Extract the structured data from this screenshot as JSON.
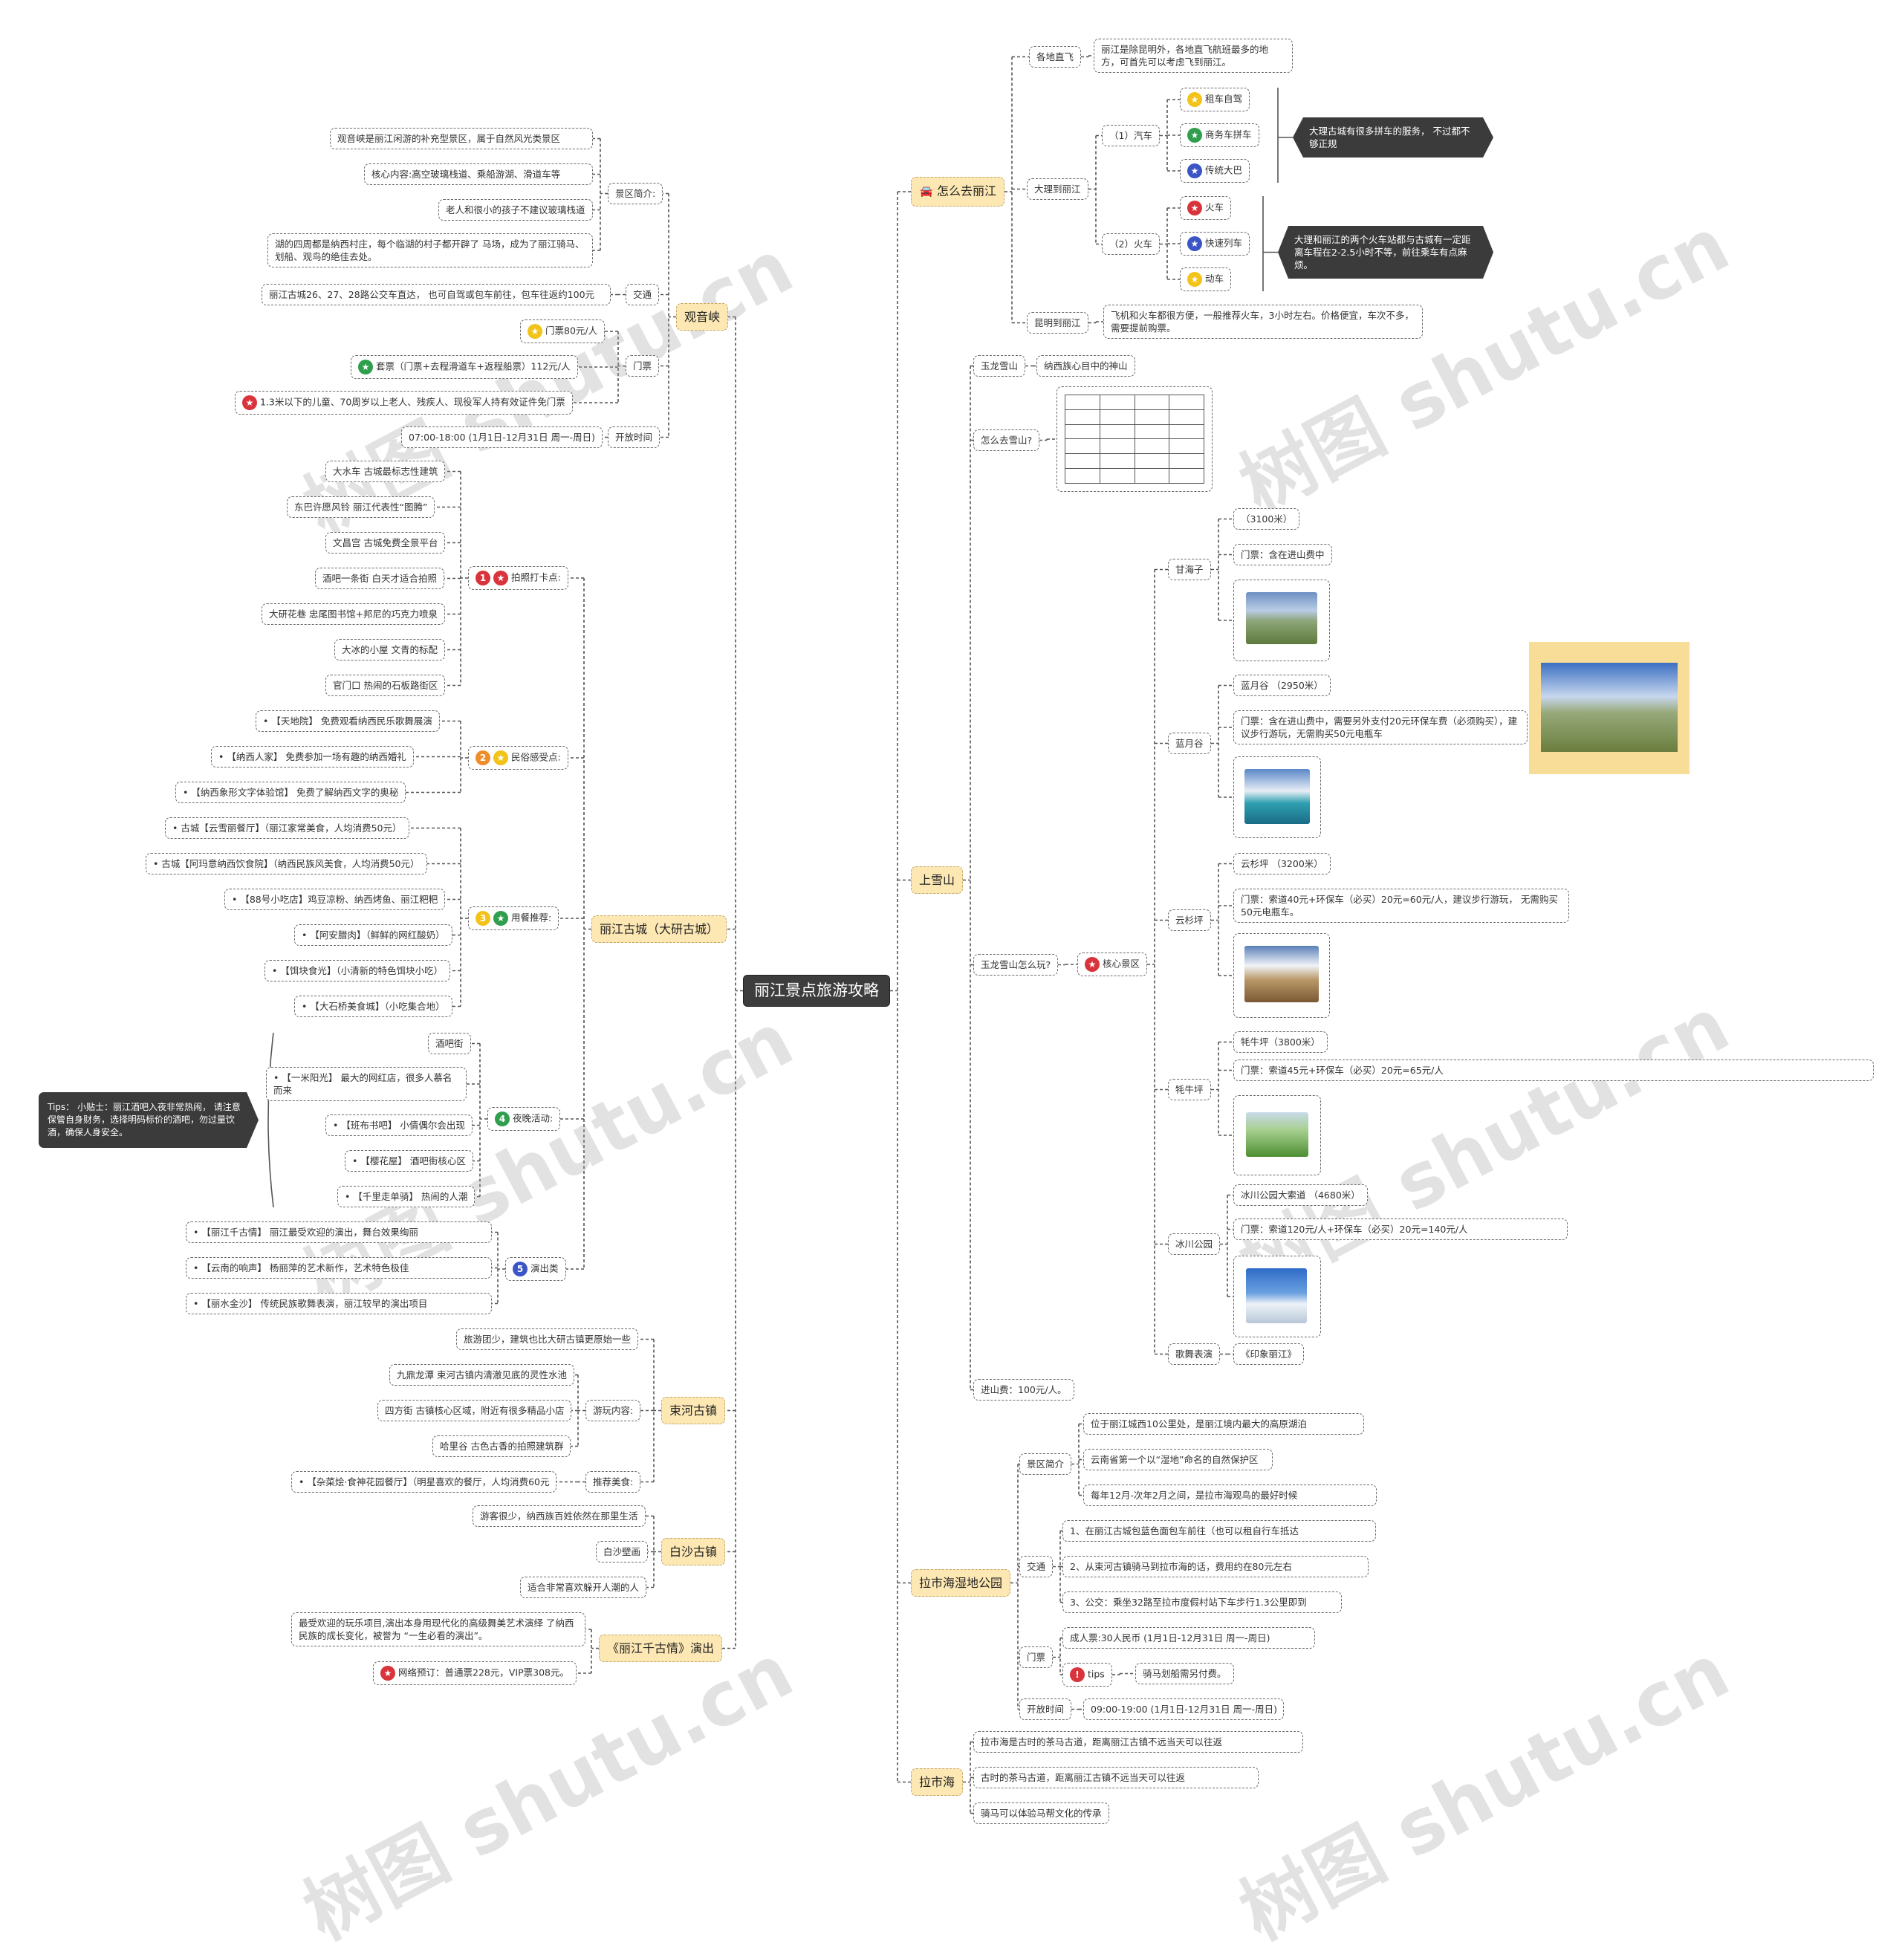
{
  "root": "丽江景点旅游攻略",
  "watermark": "树图 shutu.cn",
  "right": {
    "how": {
      "label": "怎么去丽江",
      "direct": {
        "label": "各地直飞",
        "text": "丽江是除昆明外，各地直飞航班最多的地方，可首先可以考虑飞到丽江。"
      },
      "dali": {
        "label": "大理到丽江",
        "car": {
          "label": "（1）汽车",
          "items": [
            "租车自驾",
            "商务车拼车",
            "传统大巴"
          ],
          "note": "大理古城有很多拼车的服务， 不过都不够正规"
        },
        "train": {
          "label": "（2）火车",
          "items": [
            "火车",
            "快速列车",
            "动车"
          ],
          "note": "大理和丽江的两个火车站都与古城有一定距离车程在2-2.5小时不等，前往乘车有点麻烦。"
        }
      },
      "kunming": {
        "label": "昆明到丽江",
        "text": "飞机和火车都很方便，一般推荐火车，3小时左右。价格便宜，车次不多，需要提前购票。"
      }
    },
    "snow": {
      "label": "上雪山",
      "yulong": {
        "label": "玉龙雪山",
        "text": "纳西族心目中的神山"
      },
      "howgo": "怎么去雪山?",
      "howplay": "玉龙雪山怎么玩?",
      "core": "核心景区",
      "gan": {
        "label": "甘海子",
        "alt": "（3100米）",
        "ticket": "门票：含在进山费中"
      },
      "lan": {
        "label": "蓝月谷",
        "alt": "蓝月谷 （2950米）",
        "ticket": "门票：含在进山费中，需要另外支付20元环保车费（必须购买），建议步行游玩，无需购买50元电瓶车"
      },
      "yun": {
        "label": "云杉坪",
        "alt": "云杉坪 （3200米）",
        "ticket": "门票：索道40元+环保车（必买）20元=60元/人，建议步行游玩， 无需购买50元电瓶车。"
      },
      "mao": {
        "label": "牦牛坪",
        "alt": "牦牛坪（3800米）",
        "ticket": "门票：索道45元+环保车（必买）20元=65元/人"
      },
      "ice": {
        "label": "冰川公园",
        "alt": "冰川公园大索道 （4680米）",
        "ticket": "门票：索道120元/人+环保车（必买）20元=140元/人"
      },
      "show": {
        "label": "歌舞表演",
        "text": "《印象丽江》"
      },
      "fee": "进山费：100元/人。"
    },
    "lashi": {
      "label": "拉市海湿地公园",
      "intro": {
        "label": "景区简介",
        "items": [
          "位于丽江城西10公里处，是丽江境内最大的高原湖泊",
          "云南省第一个以“湿地”命名的自然保护区",
          "每年12月-次年2月之间，是拉市海观鸟的最好时候"
        ]
      },
      "traffic": {
        "label": "交通",
        "items": [
          "1、在丽江古城包蓝色面包车前往（也可以租自行车抵达",
          "2、从束河古镇骑马到拉市海的话，费用约在80元左右",
          "3、公交：乘坐32路至拉市度假村站下车步行1.3公里即到"
        ]
      },
      "ticket": {
        "label": "门票",
        "price": "成人票:30人民币 (1月1日-12月31日 周一-周日)",
        "tips": "tips",
        "tipstext": "骑马划船需另付费。"
      },
      "open": {
        "label": "开放时间",
        "text": "09:00-19:00 (1月1日-12月31日 周一-周日)"
      }
    },
    "lashihai": {
      "label": "拉市海",
      "items": [
        "拉市海是古时的茶马古道，距离丽江古镇不远当天可以往返",
        "古时的茶马古道，距离丽江古镇不远当天可以往返",
        "骑马可以体验马帮文化的传承"
      ]
    }
  },
  "left": {
    "gyx": {
      "label": "观音峡",
      "intro": {
        "label": "景区简介:",
        "items": [
          "观音峡是丽江闲游的补充型景区，属于自然风光类景区",
          "核心内容:高空玻璃栈道、乘船游湖、滑道车等",
          "老人和很小的孩子不建议玻璃栈道",
          "湖的四周都是纳西村庄，每个临湖的村子都开辟了 马场，成为了丽江骑马、划船、观鸟的绝佳去处。"
        ]
      },
      "traffic": {
        "label": "交通",
        "text": "丽江古城26、27、28路公交车直达， 也可自驾或包车前往，包车往返约100元"
      },
      "ticket": {
        "label": "门票",
        "items": [
          "门票80元/人",
          "套票（门票+去程滑道车+返程船票）112元/人",
          "1.3米以下的儿童、70周岁以上老人、残疾人、现役军人持有效证件免门票"
        ]
      },
      "open": {
        "label": "开放时间",
        "text": "07:00-18:00 (1月1日-12月31日 周一-周日)"
      }
    },
    "old": {
      "label": "丽江古城（大研古城）",
      "photo": {
        "label": "拍照打卡点:",
        "items": [
          "大水车 古城最标志性建筑",
          "东巴许愿风铃 丽江代表性“图腾”",
          "文昌宫 古城免费全景平台",
          "酒吧一条街 白天才适合拍照",
          "大研花巷 忠尾图书馆+邦尼的巧克力喷泉",
          "大冰的小屋 文青的标配",
          "官门口 热闹的石板路街区"
        ]
      },
      "folk": {
        "label": "民俗感受点:",
        "items": [
          "• 【天地院】   免费观看纳西民乐歌舞展演",
          "• 【纳西人家】   免费参加一场有趣的纳西婚礼",
          "• 【纳西象形文字体验馆】   免费了解纳西文字的奥秘"
        ]
      },
      "food": {
        "label": "用餐推荐:",
        "items": [
          "• 古城【云雪丽餐厅】（丽江家常美食，人均消费50元）",
          "• 古城【阿玛意纳西饮食院】（纳西民族风美食，人均消费50元）",
          "• 【88号小吃店】鸡豆凉粉、纳西烤鱼、丽江粑粑",
          "• 【阿安腊肉】（鲜鲜的网红酸奶）",
          "• 【饵块食光】（小清新的特色饵块小吃）",
          "• 【大石桥美食城】（小吃集合地）"
        ]
      },
      "night": {
        "label": "夜晚活动:",
        "items": [
          "酒吧街",
          "• 【一米阳光】   最大的网红店，很多人慕名而来",
          "• 【班布书吧】   小倩偶尔会出现",
          "• 【樱花屋】   酒吧街核心区",
          "• 【千里走单骑】   热闹的人潮"
        ],
        "tips": "Tips：  小贴士：丽江酒吧入夜非常热闹， 请注意保管自身财务，选择明码标价的酒吧，勿过量饮酒，确保人身安全。"
      },
      "show": {
        "label": "演出类",
        "items": [
          "• 【丽江千古情】   丽江最受欢迎的演出，舞台效果绚丽",
          "• 【云南的响声】   杨丽萍的艺术新作，艺术特色极佳",
          "• 【丽水金沙】   传统民族歌舞表演，丽江较早的演出项目"
        ]
      }
    },
    "shuhe": {
      "label": "束河古镇",
      "first": "旅游团少，建筑也比大研古镇更原始一些",
      "play": {
        "label": "游玩内容:",
        "items": [
          "九鼎龙潭 束河古镇内清澈见底的灵性水池",
          "四方街 古镇核心区域，附近有很多精品小店",
          "哈里谷 古色古香的拍照建筑群"
        ]
      },
      "food": {
        "label": "推荐美食:",
        "text": "• 【杂菜烩·食神花园餐厅】（明星喜欢的餐厅，人均消费60元"
      }
    },
    "baisha": {
      "label": "白沙古镇",
      "items": [
        "游客很少，纳西族百姓依然在那里生活",
        "白沙壁画",
        "适合非常喜欢躲开人潮的人"
      ]
    },
    "qgq": {
      "label": "《丽江千古情》演出",
      "text": "最受欢迎的玩乐项目,演出本身用现代化的高级舞美艺术演绎 了纳西民族的成长变化，被誉为 “一生必看的演出”。",
      "price": "网络预订：普通票228元，VIP票308元。"
    }
  },
  "colors": {
    "node_fill": "#ffffff",
    "l1_fill": "#fde8b4",
    "root_fill": "#3d3d3d",
    "line": "#555555"
  }
}
